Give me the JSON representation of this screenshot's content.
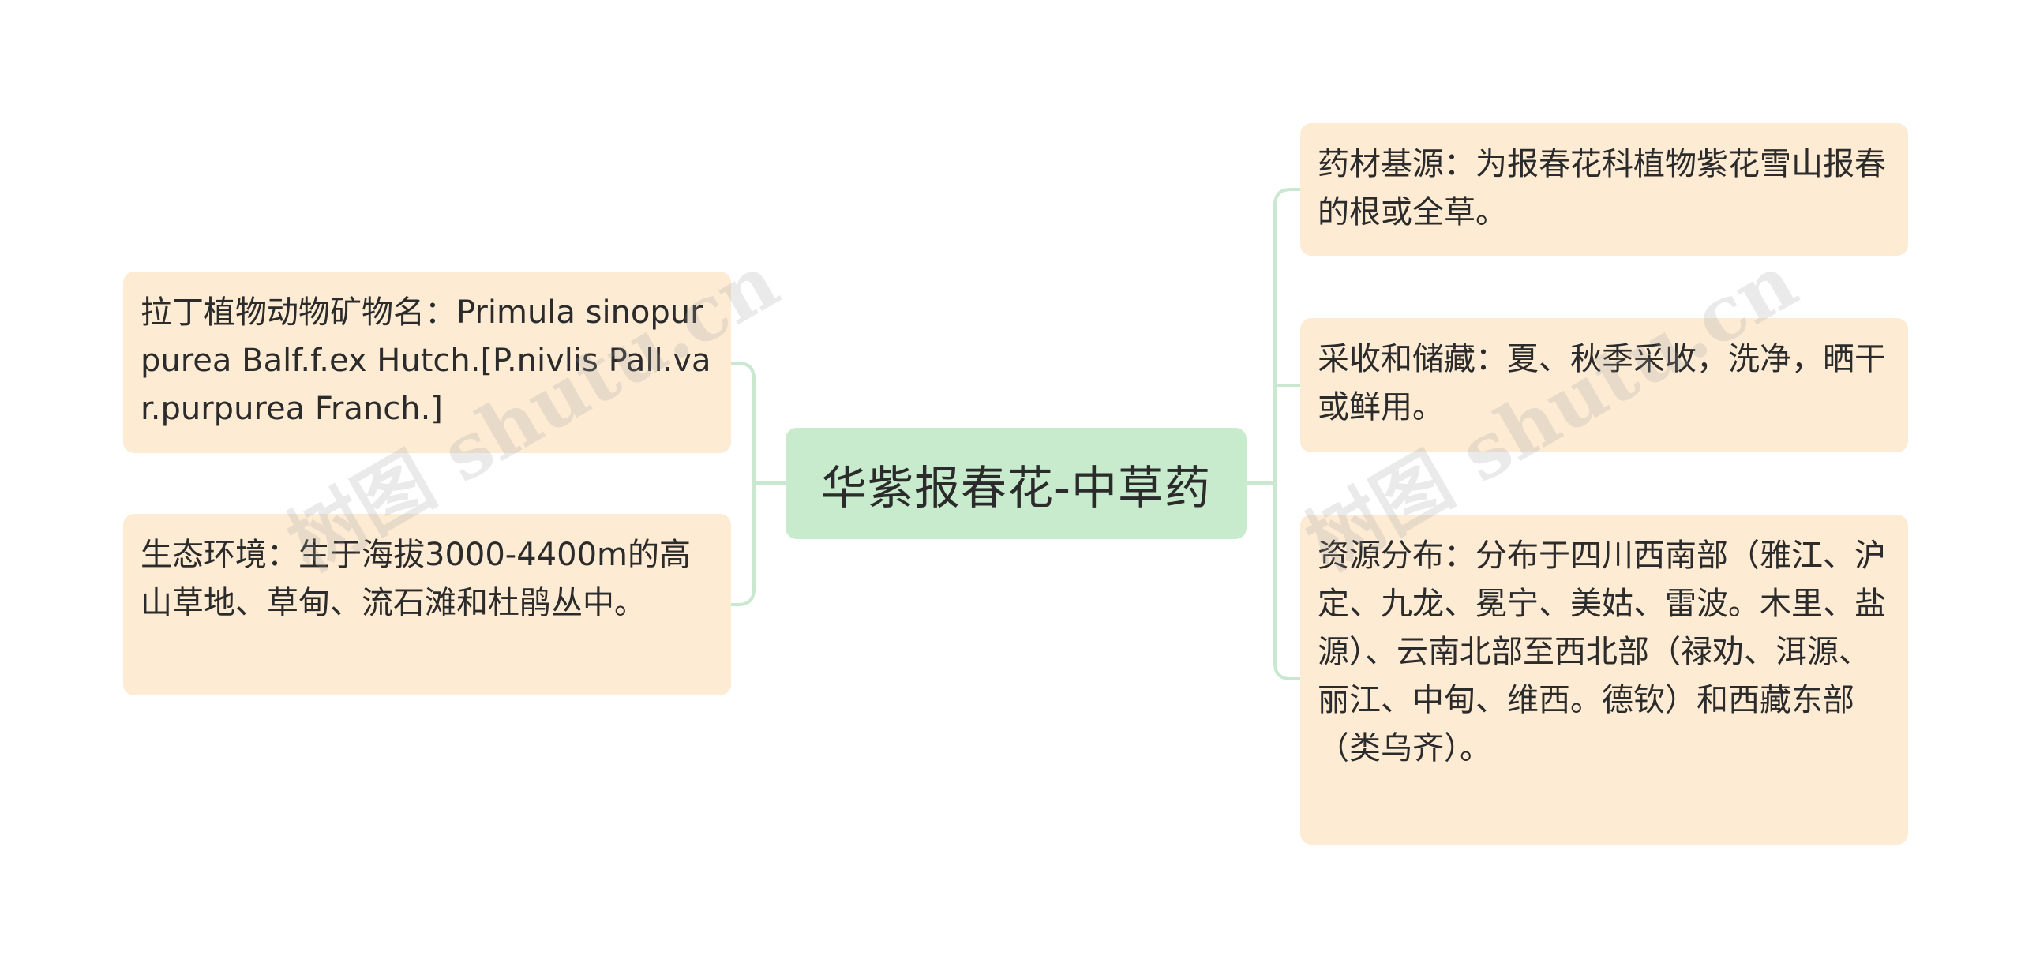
{
  "mindmap": {
    "root": {
      "label": "华紫报春花-中草药"
    },
    "left_branches": [
      {
        "label": "拉丁植物动物矿物名：Primula sinopurpurea Balf.f.ex Hutch.[P.nivlis Pall.var.purpurea Franch.]"
      },
      {
        "label": "生态环境：生于海拔3000-4400m的高山草地、草甸、流石滩和杜鹃丛中。"
      }
    ],
    "right_branches": [
      {
        "label": "药材基源：为报春花科植物紫花雪山报春的根或全草。"
      },
      {
        "label": "采收和储藏：夏、秋季采收，洗净，晒干或鲜用。"
      },
      {
        "label": "资源分布：分布于四川西南部（雅江、沪定、九龙、冕宁、美姑、雷波。木里、盐源）、云南北部至西北部（禄劝、洱源、丽江、中甸、维西。德钦）和西藏东部（类乌齐）。"
      }
    ],
    "connector_color": "#c9e8cf",
    "root_color": "#c7ebcc",
    "leaf_color": "#fdebd4"
  },
  "watermark": {
    "text": "树图 shutu.cn"
  }
}
